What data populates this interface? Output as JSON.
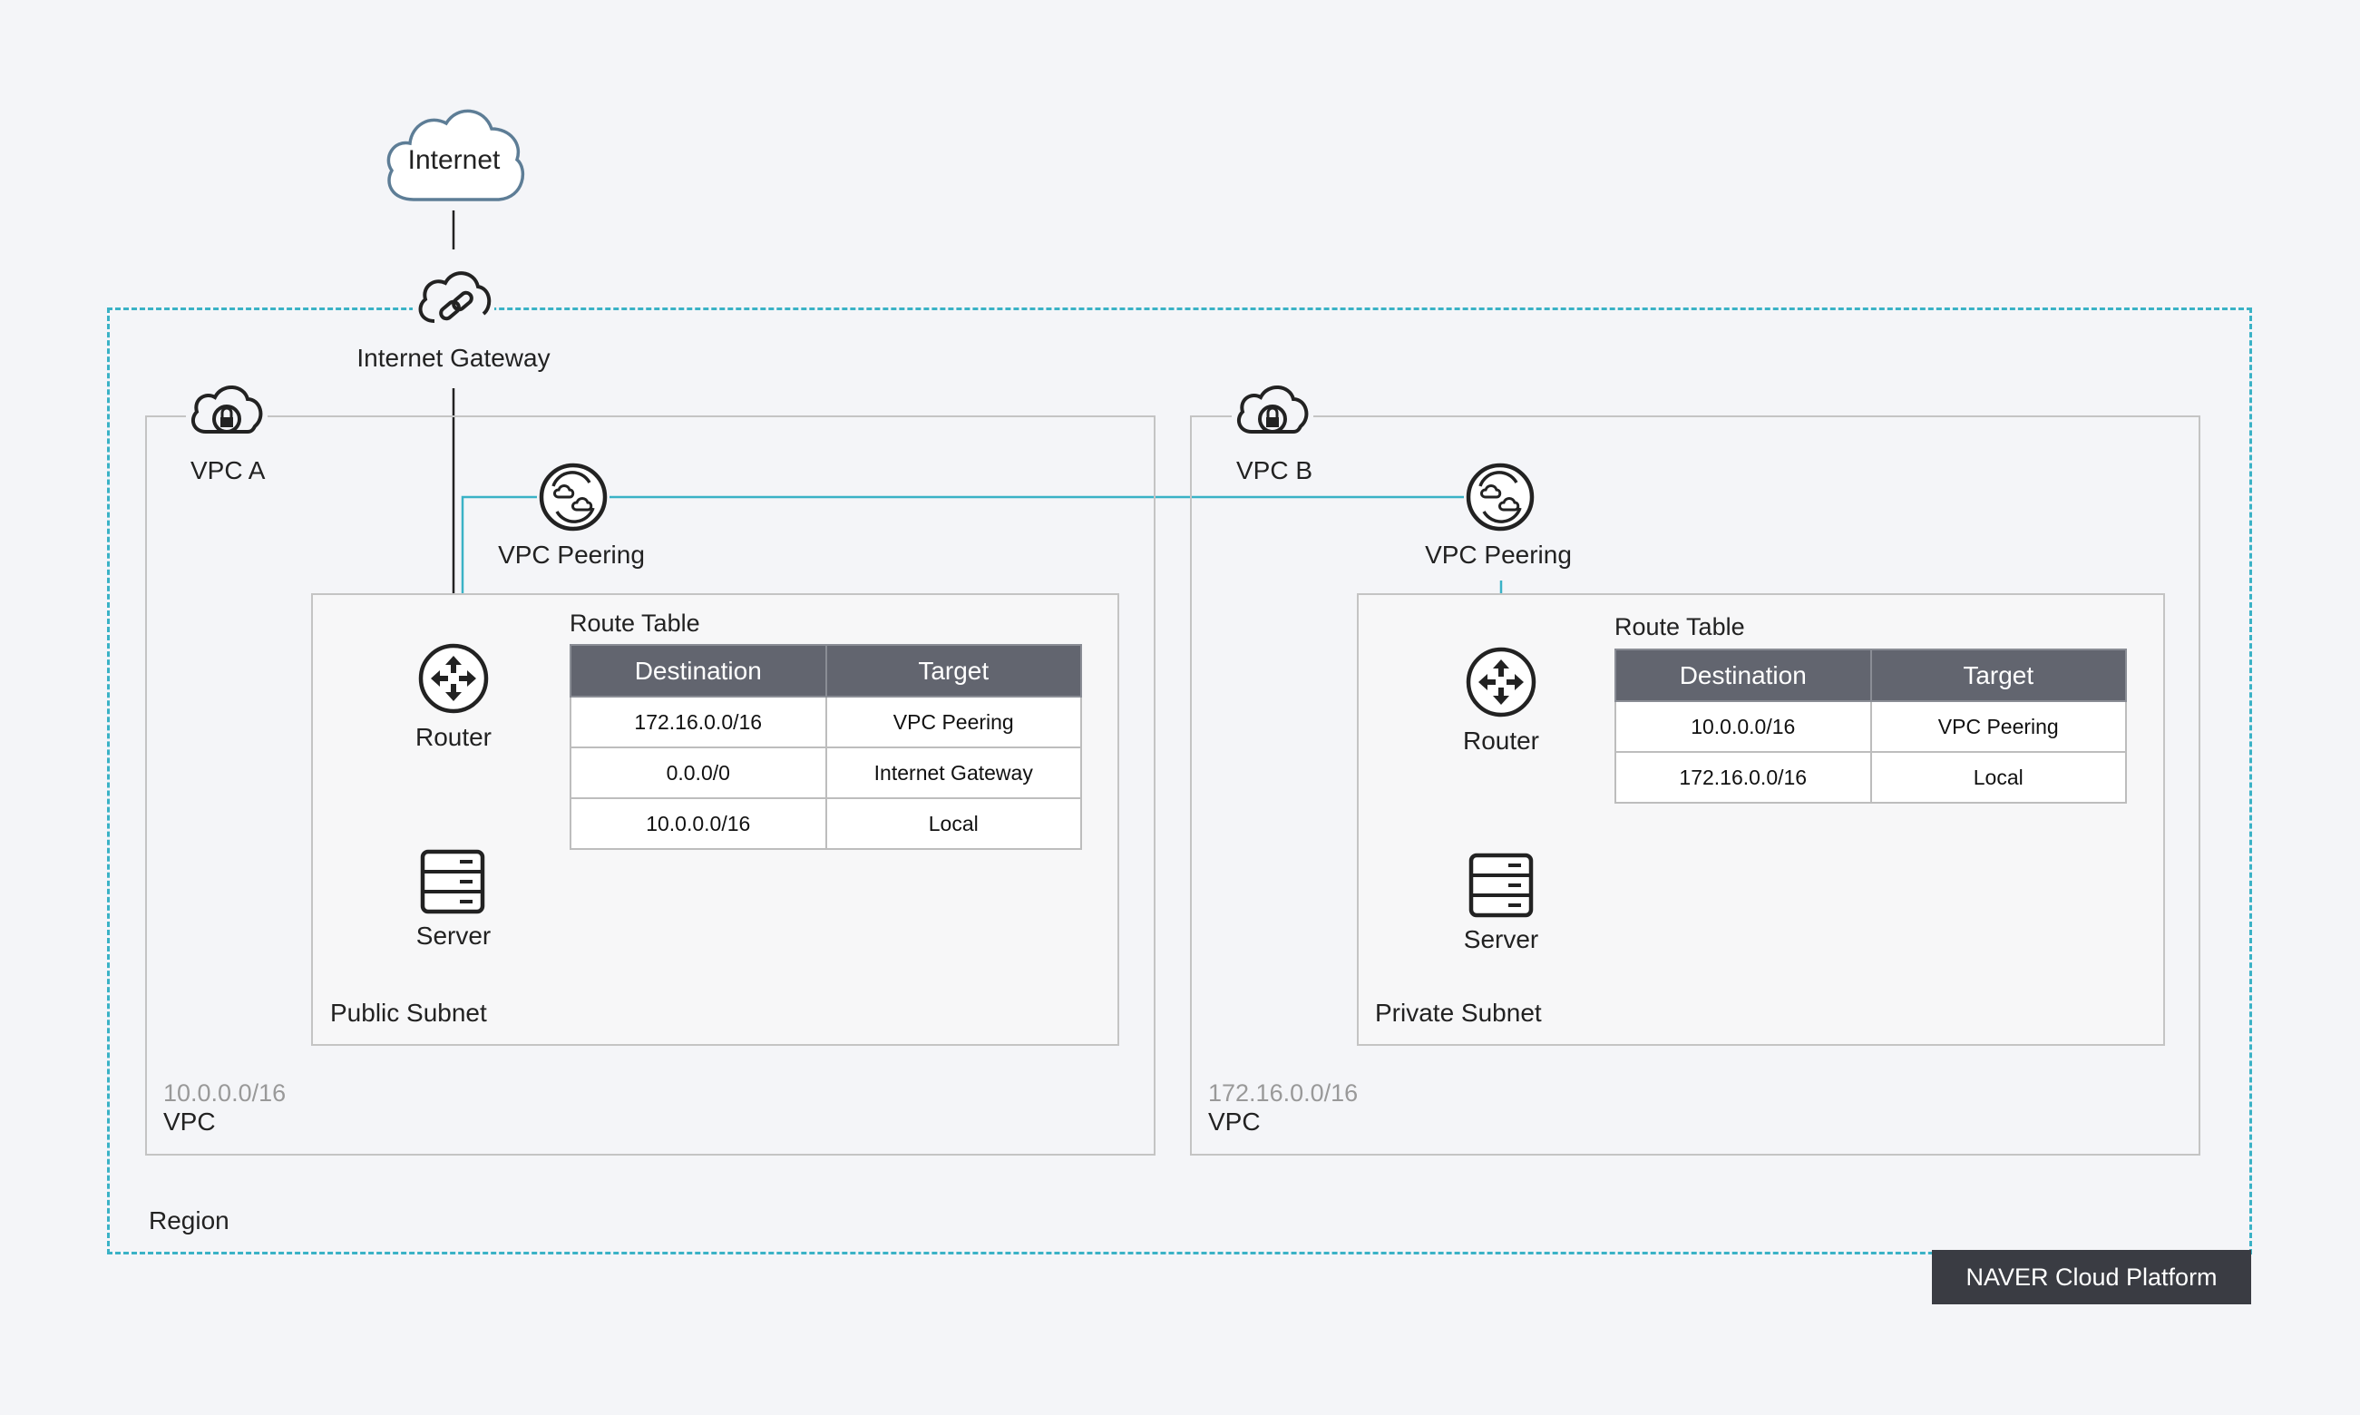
{
  "internet": {
    "label": "Internet"
  },
  "igw": {
    "label": "Internet Gateway"
  },
  "region": {
    "label": "Region"
  },
  "brand": {
    "label": "NAVER Cloud Platform"
  },
  "vpc_a": {
    "label": "VPC A",
    "cidr": "10.0.0.0/16",
    "type": "VPC",
    "peering_label": "VPC Peering",
    "subnet": {
      "label": "Public Subnet",
      "router_label": "Router",
      "server_label": "Server",
      "route_table": {
        "title": "Route Table",
        "headers": [
          "Destination",
          "Target"
        ],
        "rows": [
          [
            "172.16.0.0/16",
            "VPC Peering"
          ],
          [
            "0.0.0/0",
            "Internet Gateway"
          ],
          [
            "10.0.0.0/16",
            "Local"
          ]
        ]
      }
    }
  },
  "vpc_b": {
    "label": "VPC B",
    "cidr": "172.16.0.0/16",
    "type": "VPC",
    "peering_label": "VPC Peering",
    "subnet": {
      "label": "Private Subnet",
      "router_label": "Router",
      "server_label": "Server",
      "route_table": {
        "title": "Route Table",
        "headers": [
          "Destination",
          "Target"
        ],
        "rows": [
          [
            "10.0.0.0/16",
            "VPC Peering"
          ],
          [
            "172.16.0.0/16",
            "Local"
          ]
        ]
      }
    }
  },
  "colors": {
    "peering_link": "#3ab2c6",
    "region_border": "#3ab2c6",
    "table_header": "#62656f",
    "brand_bg": "#3a3c43"
  }
}
